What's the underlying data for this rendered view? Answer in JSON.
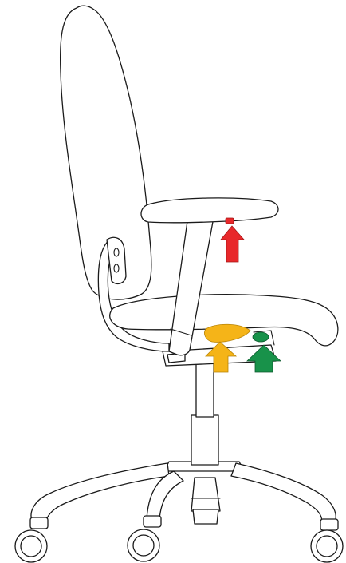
{
  "diagram": {
    "subject": "office-chair-side-view",
    "controls": [
      {
        "id": "armrest-height-button",
        "arrow_color": "#e8282b",
        "marker_color": "#e8282b"
      },
      {
        "id": "seat-depth-lever",
        "arrow_color": "#f5b418",
        "marker_color": "#f5b418"
      },
      {
        "id": "seat-height-lever",
        "arrow_color": "#18924a",
        "marker_color": "#18924a"
      }
    ]
  }
}
